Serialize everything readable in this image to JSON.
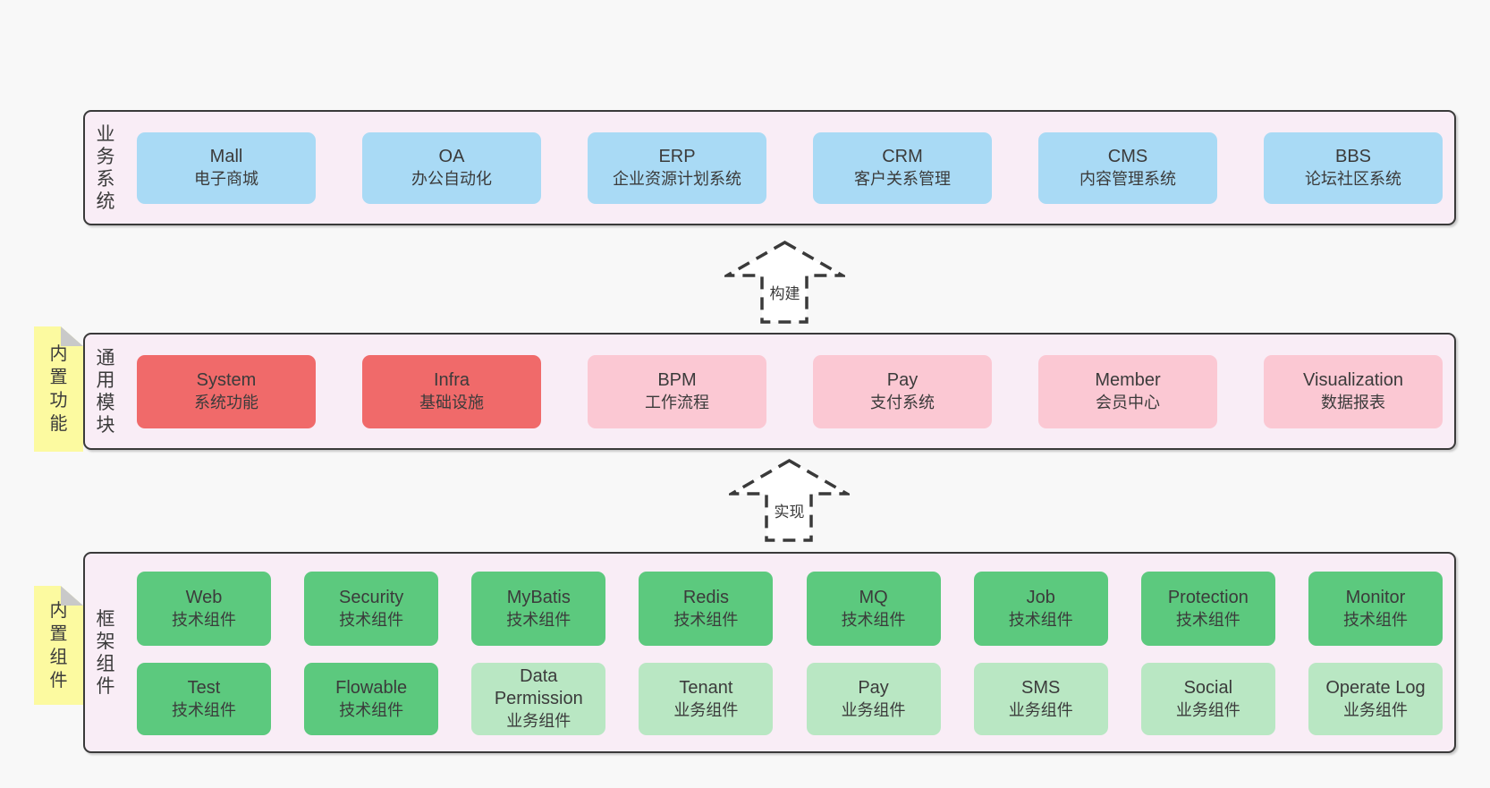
{
  "colors": {
    "page_bg": "#f8f8f8",
    "container_bg": "#f9edf6",
    "container_border": "#3a3a3a",
    "blue": "#a9daf5",
    "red": "#f06a6a",
    "pink": "#fbc8d3",
    "green": "#5cc97e",
    "light_green": "#b9e7c3",
    "note_yellow": "#fcfaa0",
    "note_fold": "#c9c9c9",
    "text": "#3b3b3b"
  },
  "sections": {
    "business": {
      "label": "业务系统",
      "boxes": [
        {
          "en": "Mall",
          "zh": "电子商城"
        },
        {
          "en": "OA",
          "zh": "办公自动化"
        },
        {
          "en": "ERP",
          "zh": "企业资源计划系统"
        },
        {
          "en": "CRM",
          "zh": "客户关系管理"
        },
        {
          "en": "CMS",
          "zh": "内容管理系统"
        },
        {
          "en": "BBS",
          "zh": "论坛社区系统"
        }
      ]
    },
    "modules": {
      "label": "通用模块",
      "note": "内置功能",
      "boxes": [
        {
          "en": "System",
          "zh": "系统功能"
        },
        {
          "en": "Infra",
          "zh": "基础设施"
        },
        {
          "en": "BPM",
          "zh": "工作流程"
        },
        {
          "en": "Pay",
          "zh": "支付系统"
        },
        {
          "en": "Member",
          "zh": "会员中心"
        },
        {
          "en": "Visualization",
          "zh": "数据报表"
        }
      ]
    },
    "components": {
      "label": "框架组件",
      "note": "内置组件",
      "row1": [
        {
          "en": "Web",
          "zh": "技术组件"
        },
        {
          "en": "Security",
          "zh": "技术组件"
        },
        {
          "en": "MyBatis",
          "zh": "技术组件"
        },
        {
          "en": "Redis",
          "zh": "技术组件"
        },
        {
          "en": "MQ",
          "zh": "技术组件"
        },
        {
          "en": "Job",
          "zh": "技术组件"
        },
        {
          "en": "Protection",
          "zh": "技术组件"
        },
        {
          "en": "Monitor",
          "zh": "技术组件"
        }
      ],
      "row2": [
        {
          "en": "Test",
          "zh": "技术组件"
        },
        {
          "en": "Flowable",
          "zh": "技术组件"
        },
        {
          "en": "Data Permission",
          "zh": "业务组件"
        },
        {
          "en": "Tenant",
          "zh": "业务组件"
        },
        {
          "en": "Pay",
          "zh": "业务组件"
        },
        {
          "en": "SMS",
          "zh": "业务组件"
        },
        {
          "en": "Social",
          "zh": "业务组件"
        },
        {
          "en": "Operate Log",
          "zh": "业务组件"
        }
      ]
    }
  },
  "arrows": [
    {
      "label": "构建"
    },
    {
      "label": "实现"
    }
  ]
}
